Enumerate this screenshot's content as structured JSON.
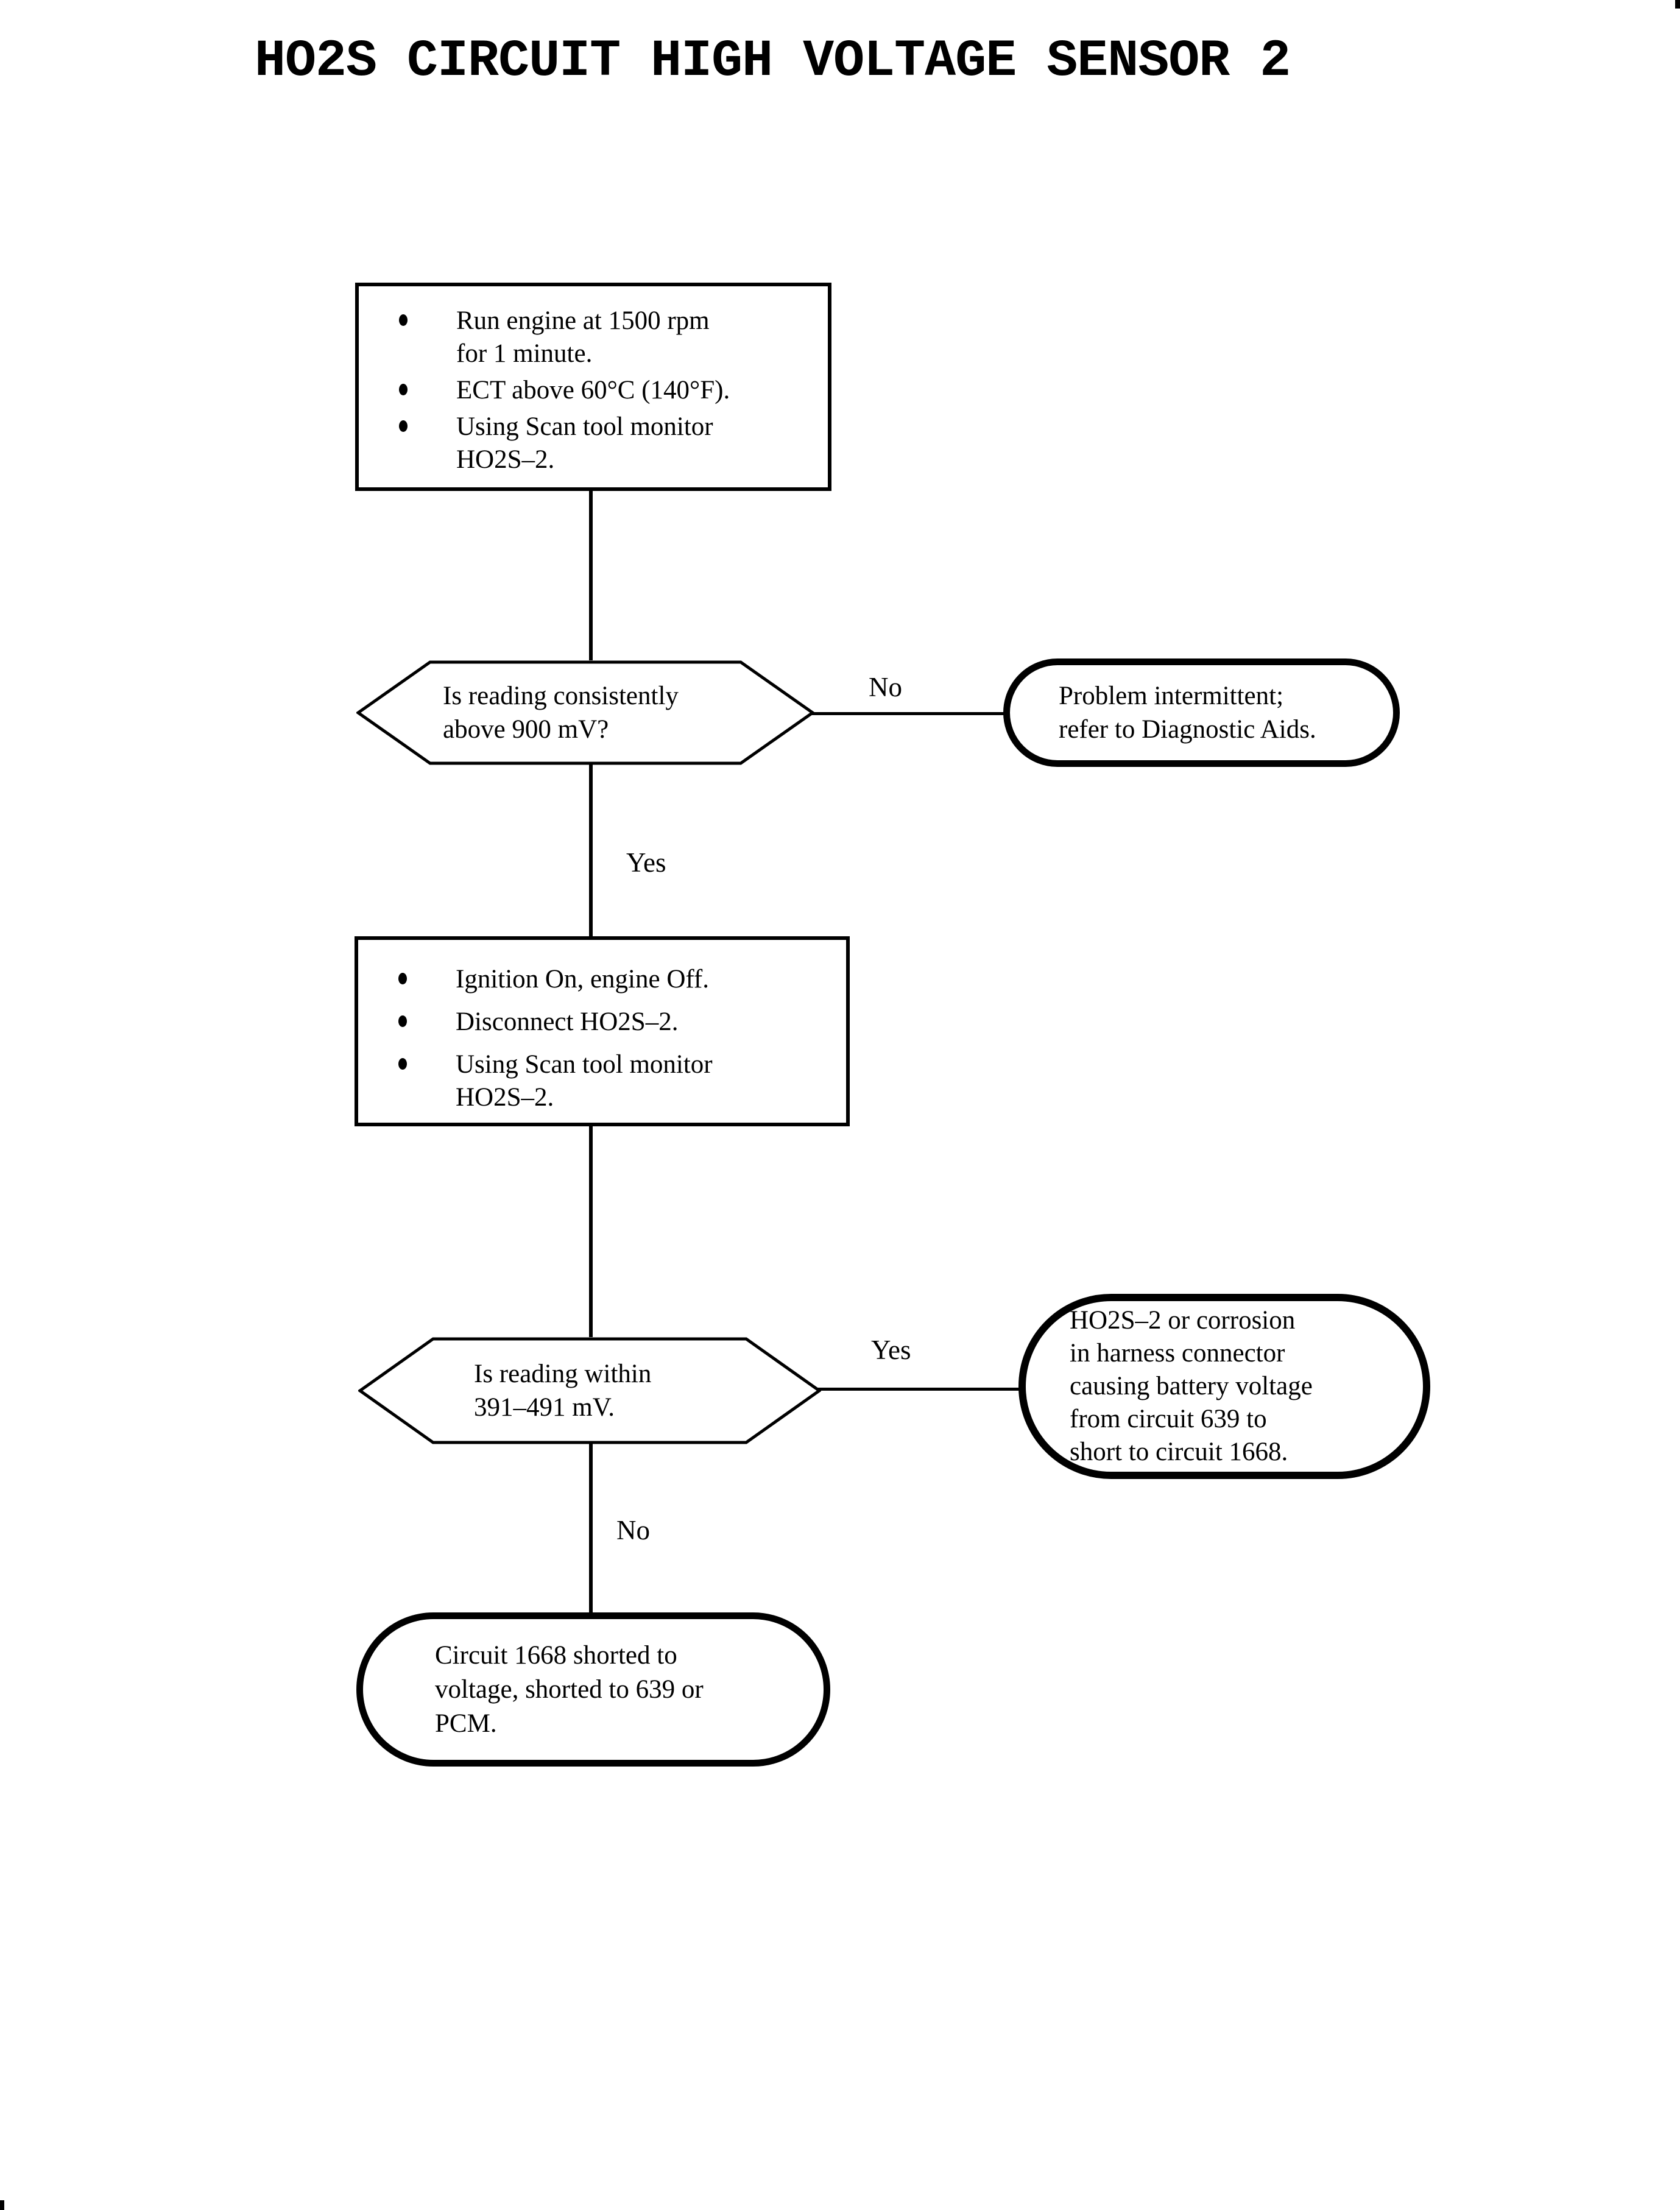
{
  "page": {
    "title": "HO2S CIRCUIT HIGH VOLTAGE SENSOR 2",
    "background_color": "#ffffff",
    "ink_color": "#000000"
  },
  "flowchart": {
    "step1": {
      "bullets": [
        "Run engine at 1500 rpm\nfor 1 minute.",
        "ECT above 60°C (140°F).",
        "Using Scan tool monitor\nHO2S–2."
      ]
    },
    "decision1": {
      "question": "Is reading consistently\nabove 900 mV?"
    },
    "terminal1": {
      "text": "Problem intermittent;\nrefer to Diagnostic Aids."
    },
    "step2": {
      "bullets": [
        "Ignition On, engine Off.",
        "Disconnect HO2S–2.",
        "Using Scan tool monitor\nHO2S–2."
      ]
    },
    "decision2": {
      "question": "Is reading within\n391–491 mV."
    },
    "terminal2": {
      "text": "HO2S–2 or corrosion\nin harness connector\ncausing battery voltage\nfrom circuit 639 to\nshort to circuit 1668."
    },
    "terminal3": {
      "text": "Circuit 1668 shorted to\nvoltage, shorted to 639 or\nPCM."
    },
    "edges": {
      "no1": "No",
      "yes1": "Yes",
      "yes2": "Yes",
      "no2": "No"
    }
  }
}
